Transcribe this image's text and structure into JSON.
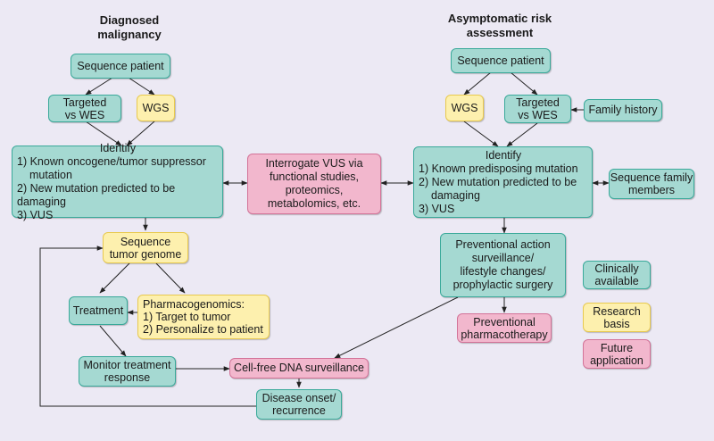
{
  "headers": {
    "diagnosed": [
      "Diagnosed",
      "malignancy"
    ],
    "asymptomatic": [
      "Asymptomatic risk",
      "assessment"
    ]
  },
  "left": {
    "sequence_patient": "Sequence patient",
    "targeted": [
      "Targeted",
      "vs WES"
    ],
    "wgs": "WGS",
    "identify": {
      "title": "Identify",
      "items": [
        "1) Known oncogene/tumor suppressor",
        "mutation",
        "2) New mutation predicted to be damaging",
        "3) VUS"
      ]
    },
    "sequence_tumor": [
      "Sequence",
      "tumor genome"
    ],
    "treatment": "Treatment",
    "pharmacogenomics": [
      "Pharmacogenomics:",
      "1) Target to tumor",
      "2) Personalize to patient"
    ],
    "monitor": [
      "Monitor treatment",
      "response"
    ]
  },
  "middle": {
    "interrogate": [
      "Interrogate VUS via",
      "functional studies,",
      "proteomics,",
      "metabolomics, etc."
    ],
    "cell_free": "Cell-free DNA surveillance",
    "disease_onset": [
      "Disease onset/",
      "recurrence"
    ]
  },
  "right": {
    "sequence_patient": "Sequence patient",
    "wgs": "WGS",
    "targeted": [
      "Targeted",
      "vs WES"
    ],
    "family_history": "Family history",
    "identify": {
      "title": "Identify",
      "items": [
        "1) Known predisposing mutation",
        "2) New mutation predicted to be",
        "damaging",
        "3) VUS"
      ]
    },
    "sequence_family": [
      "Sequence family",
      "members"
    ],
    "preventional_action": [
      "Preventional action",
      "surveillance/",
      "lifestyle changes/",
      "prophylactic surgery"
    ],
    "preventional_pharma": [
      "Preventional",
      "pharmacotherapy"
    ]
  },
  "legend": {
    "clinical": [
      "Clinically",
      "available"
    ],
    "research": [
      "Research",
      "basis"
    ],
    "future": [
      "Future",
      "application"
    ]
  },
  "colors": {
    "background": "#ece9f4",
    "clinically_available": "#a5d9d2",
    "research_basis": "#fdf0ae",
    "future_application": "#f2b7cd",
    "arrow": "#222222"
  }
}
